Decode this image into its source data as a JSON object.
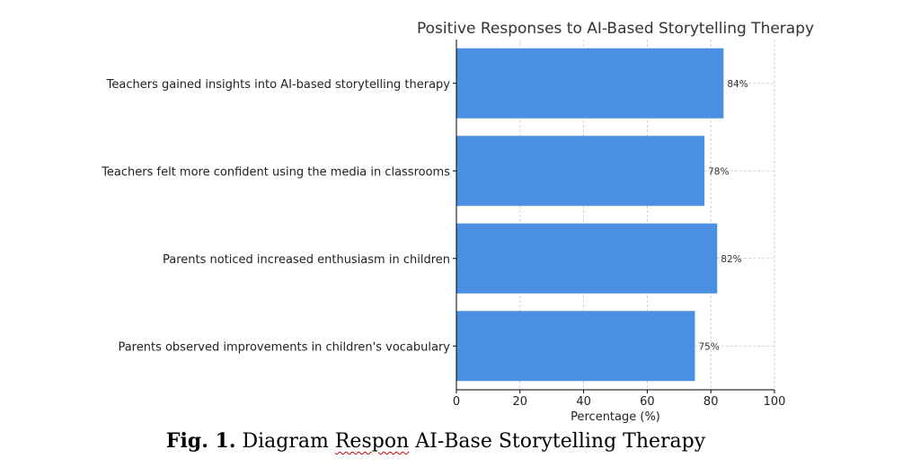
{
  "chart_data": {
    "type": "bar",
    "orientation": "horizontal",
    "title": "Positive Responses to AI-Based Storytelling Therapy",
    "xlabel": "Percentage (%)",
    "ylabel": "",
    "xlim": [
      0,
      100
    ],
    "xticks": [
      0,
      20,
      40,
      60,
      80,
      100
    ],
    "grid": true,
    "bar_color": "#4a90e2",
    "categories": [
      "Teachers gained insights into AI-based storytelling therapy",
      "Teachers felt more confident using the media in classrooms",
      "Parents noticed increased enthusiasm in children",
      "Parents observed improvements in children's vocabulary"
    ],
    "values": [
      84,
      78,
      82,
      75
    ],
    "value_labels": [
      "84%",
      "78%",
      "82%",
      "75%"
    ]
  },
  "caption": {
    "prefix": "Fig. 1.",
    "word1": "Diagram",
    "word2": "Respon",
    "rest": "AI-Base Storytelling Therapy"
  }
}
